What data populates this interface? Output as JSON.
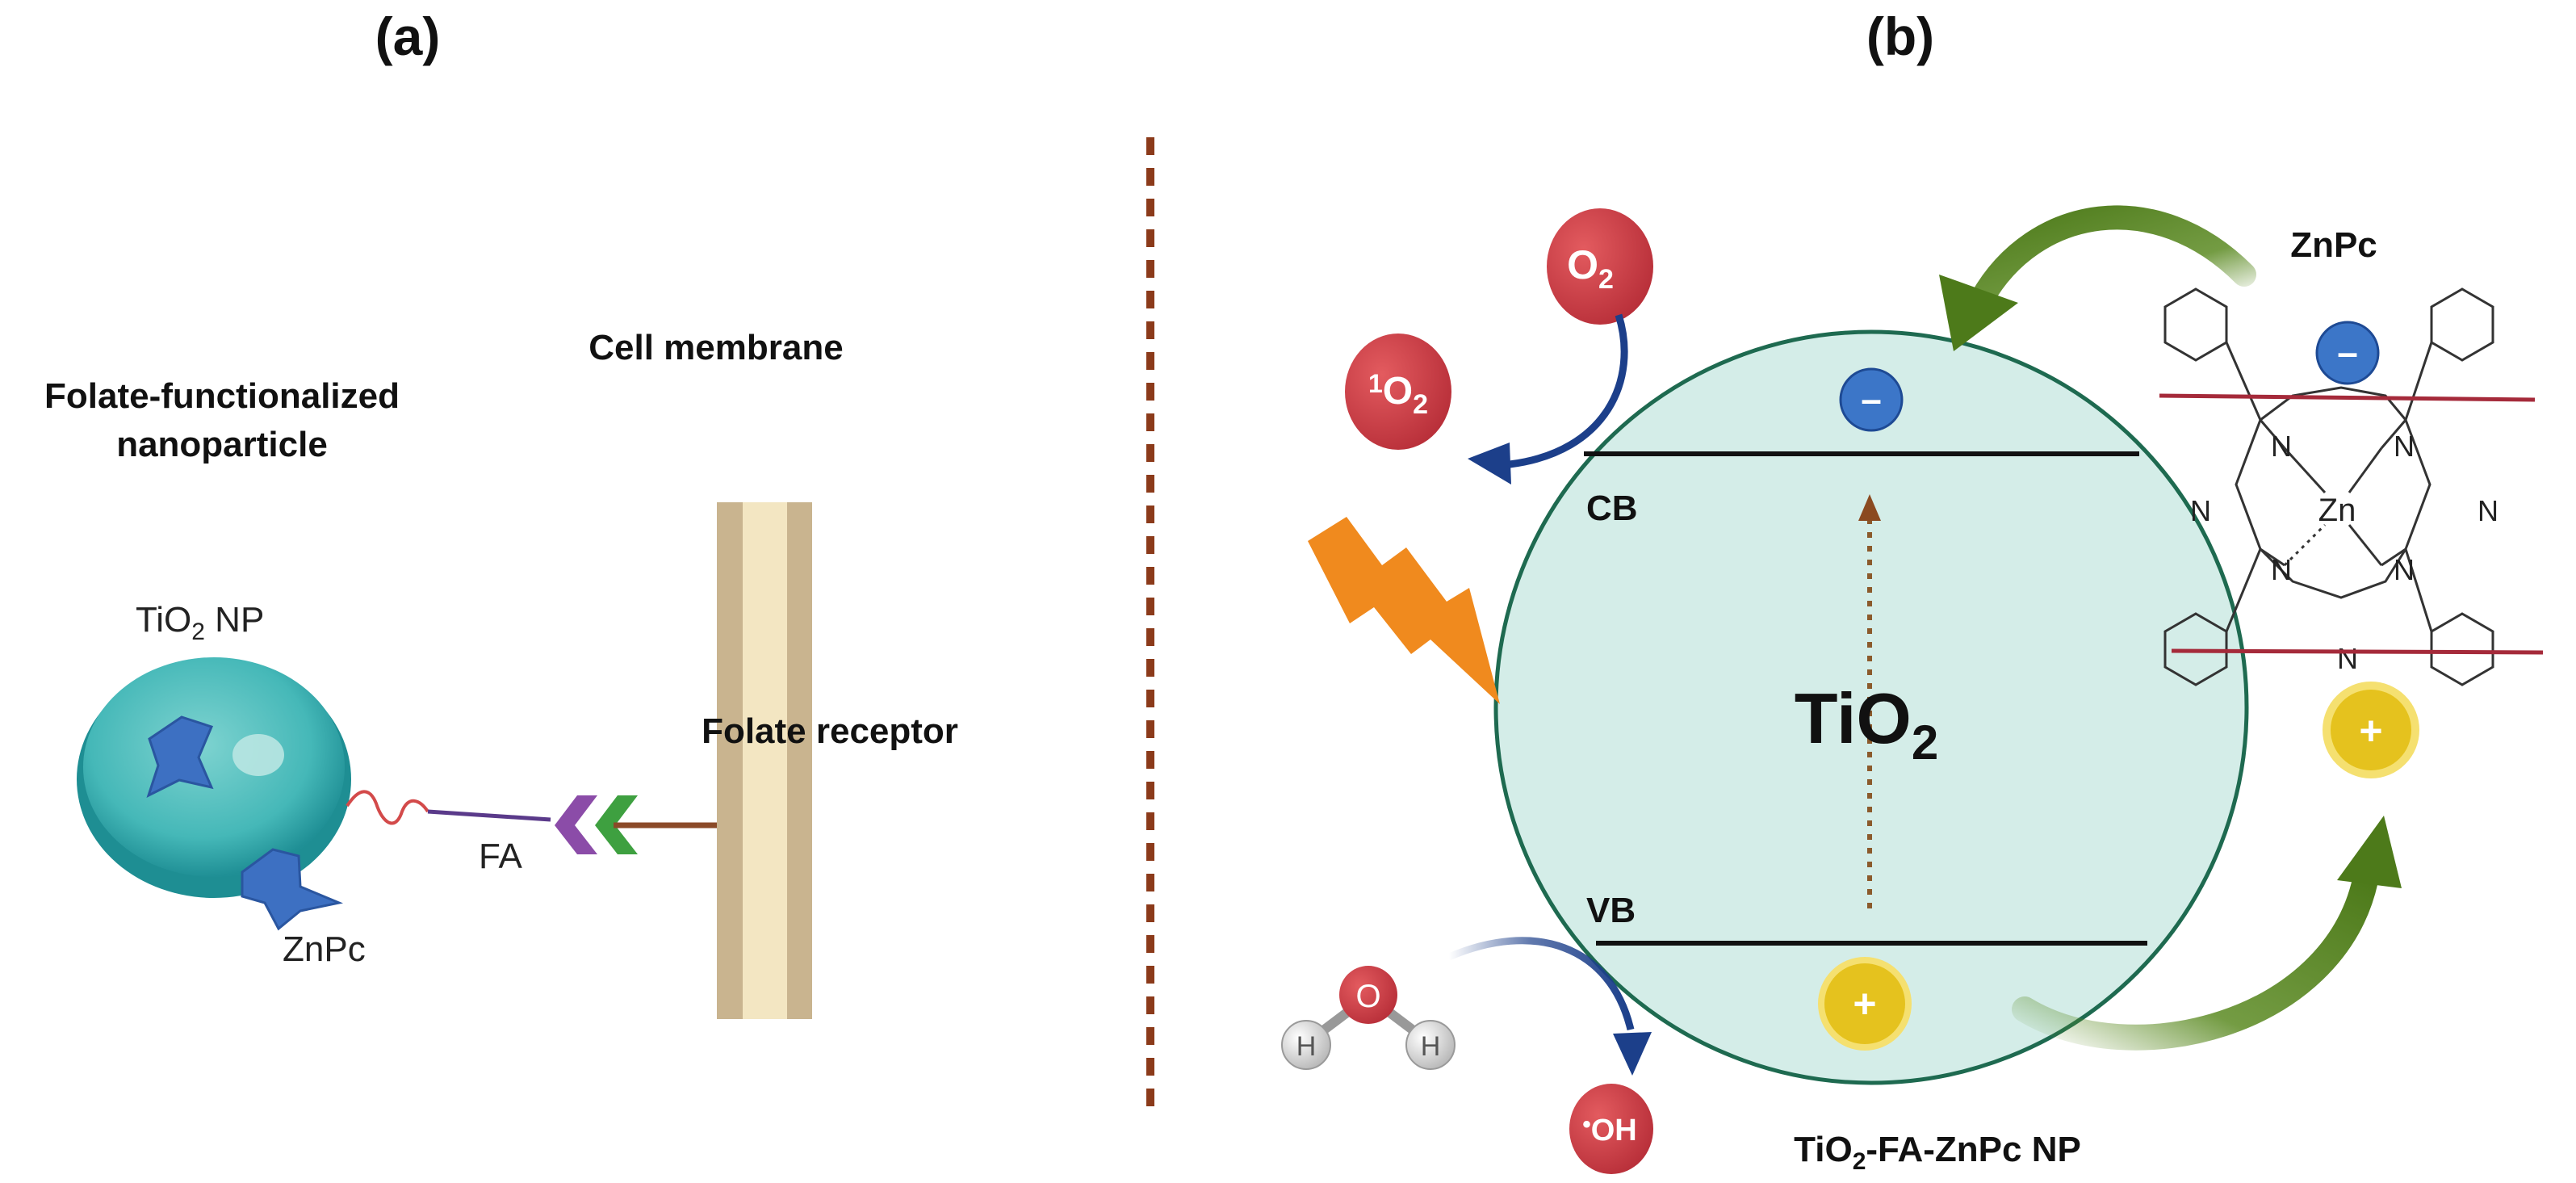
{
  "panels": {
    "a_label": "(a)",
    "b_label": "(b)"
  },
  "panel_a": {
    "title_line1": "Folate-functionalized",
    "title_line2": "nanoparticle",
    "np_label_main": "TiO",
    "np_label_sub": "2",
    "np_label_tail": " NP",
    "znpc_label": "ZnPc",
    "fa_label": "FA",
    "cell_membrane_label": "Cell membrane",
    "folate_receptor_label": "Folate receptor"
  },
  "panel_b": {
    "o2_main": "O",
    "o2_sub": "2",
    "singlet_sup": "1",
    "singlet_main": "O",
    "singlet_sub": "2",
    "cb_label": "CB",
    "vb_label": "VB",
    "center_main": "TiO",
    "center_sub": "2",
    "minus_sign": "–",
    "plus_sign": "+",
    "znpc_title": "ZnPc",
    "zn_atom": "Zn",
    "n_atom": "N",
    "water_o": "O",
    "water_h": "H",
    "oh_dot": "•",
    "oh_text": "OH",
    "bottom_main": "TiO",
    "bottom_sub": "2",
    "bottom_tail": "-FA-ZnPc NP"
  },
  "colors": {
    "divider": "#8b3a1a",
    "np_teal": "#2aa9ad",
    "tio2_fill": "#d4ede8",
    "tio2_border": "#1e6a50",
    "o2_red": "#c8424a",
    "electron_blue": "#3c76c8",
    "hole_yellow": "#e5c21e",
    "green_arrow": "#5b8a22",
    "navy_arrow": "#1c3f8a",
    "orange_bolt": "#f08a1e",
    "membrane_outer": "#c9b48f",
    "membrane_inner": "#f3e6c2"
  }
}
